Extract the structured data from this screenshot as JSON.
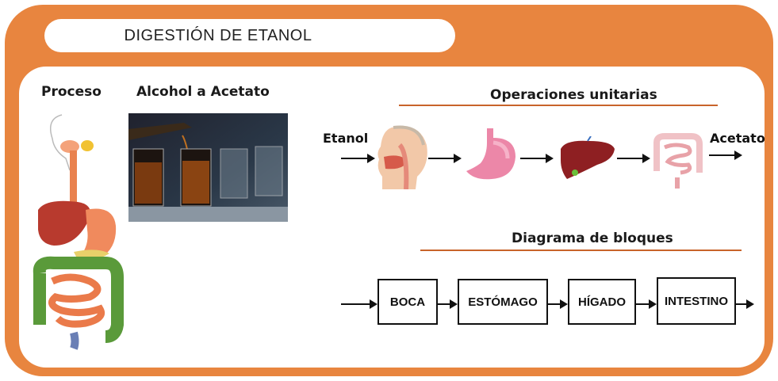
{
  "title": "DIGESTIÓN DE ETANOL",
  "headers": {
    "proceso": "Proceso",
    "alcohol": "Alcohol a Acetato",
    "operaciones": "Operaciones unitarias",
    "diagrama": "Diagrama de bloques"
  },
  "flow": {
    "input_label": "Etanol",
    "output_label": "Acetato"
  },
  "blocks": [
    "BOCA",
    "ESTÓMAGO",
    "HÍGADO",
    "INTESTINO"
  ],
  "colors": {
    "frame": "#e8853f",
    "rule": "#c8642a"
  }
}
